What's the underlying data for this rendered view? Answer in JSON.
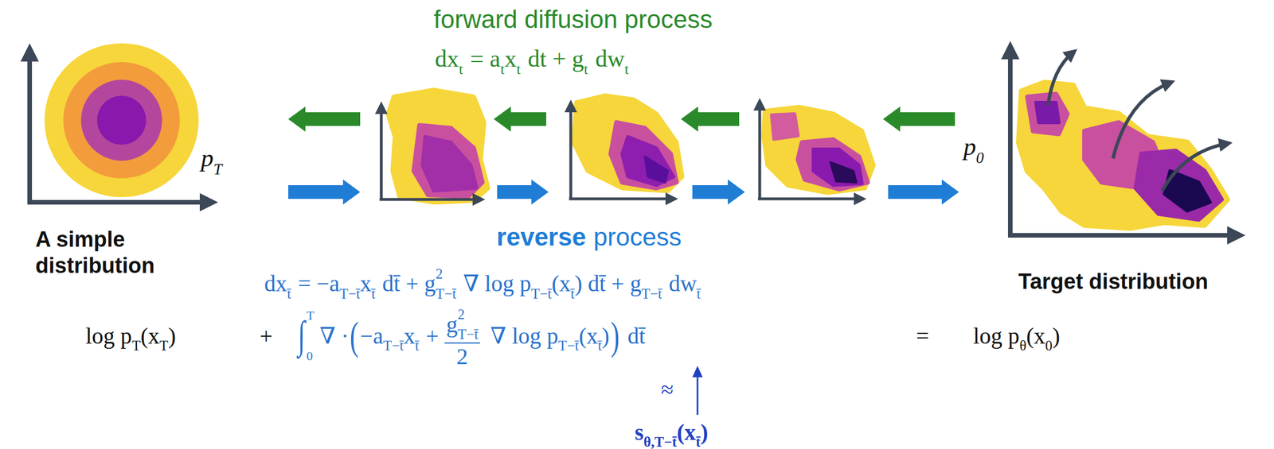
{
  "diagram": {
    "labels": [
      "forward diffusion process",
      "dx",
      "t",
      "= a",
      "t",
      "x",
      "t",
      "dt + g",
      "t",
      "dw",
      "t",
      "p",
      "T",
      "p",
      "0",
      "A simple distribution",
      "reverse",
      "process",
      "Target distribution",
      "dx",
      "t̄",
      "= −a",
      "T−t̄",
      "x",
      "t̄",
      "dt̄ + g",
      "2",
      "T−t̄",
      "∇ log p",
      "T−t̄",
      "(x",
      "t̄",
      ") dt̄ + g",
      "T−t̄",
      "dw",
      "t̄",
      "log p",
      "T",
      "(x",
      "T",
      ")",
      "+",
      "∫",
      "T",
      "0",
      "∇ ·",
      "(",
      "−a",
      "T−t̄",
      "x",
      "t̄",
      "+",
      "g",
      "2",
      "T−t̄",
      "2",
      "∇ log p",
      "T−t̄",
      "(x",
      "t̄",
      ")",
      ")",
      "dt̄",
      "=",
      "log p",
      "θ",
      "(x",
      "0",
      ")",
      "≈",
      "s",
      "θ,T−t̄",
      "(x",
      "t̄",
      ")"
    ]
  }
}
